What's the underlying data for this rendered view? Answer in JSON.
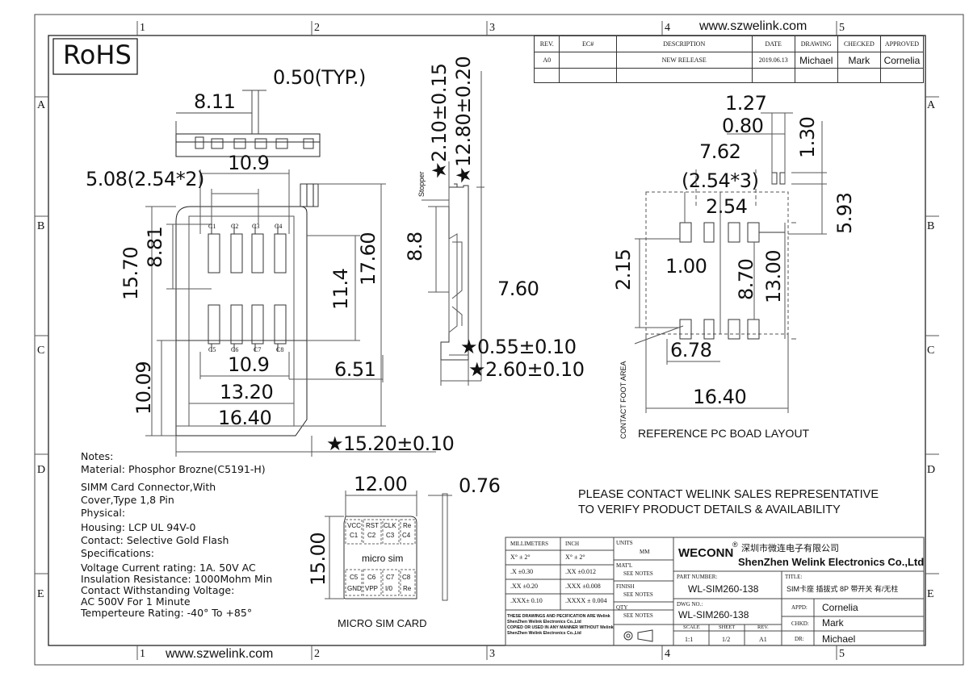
{
  "header": {
    "website": "www.szwelink.com",
    "rohs": "RoHS",
    "zones_top": [
      "1",
      "2",
      "3",
      "4",
      "5"
    ],
    "zones_left": [
      "A",
      "B",
      "C",
      "D",
      "E"
    ],
    "zones_right": [
      "A",
      "B",
      "C",
      "D",
      "E"
    ]
  },
  "revision_table": {
    "headers": [
      "REV.",
      "EC#",
      "DESCRIPTION",
      "DATE",
      "DRAWING",
      "CHECKED",
      "APPROVED"
    ],
    "row": [
      "A0",
      "",
      "NEW RELEASE",
      "2019.06.13",
      "Michael",
      "Mark",
      "Cornelia"
    ]
  },
  "top_view": {
    "dims": {
      "pitch_typ": "0.50(TYP.)",
      "d811": "8.11",
      "d109_top": "10.9",
      "d508": "5.08(2.54*2)",
      "d881": "8.81",
      "d1570": "15.70",
      "d114": "11.4",
      "d1760": "17.60",
      "d109_bot": "10.9",
      "d651": "6.51",
      "d1320": "13.20",
      "d1009": "10.09",
      "d1640": "16.40",
      "d1520": "★15.20±0.10"
    },
    "pins_top": [
      "C1",
      "C2",
      "C3",
      "C4"
    ],
    "pins_bottom": [
      "C5",
      "C6",
      "C7",
      "C8"
    ]
  },
  "side_view": {
    "dims": {
      "d210": "★2.10±0.15",
      "d1280": "★12.80±0.20",
      "stopper": "Stopper",
      "d88": "8.8",
      "d760": "7.60",
      "d055": "★0.55±0.10",
      "d260": "★2.60±0.10"
    }
  },
  "pcb_layout": {
    "dims": {
      "d127": "1.27",
      "d080": "0.80",
      "d762": "7.62",
      "d2543": "(2.54*3)",
      "d130": "1.30",
      "d254": "2.54",
      "d593": "5.93",
      "d215": "2.15",
      "d100": "1.00",
      "d870": "8.70",
      "d1300": "13.00",
      "d678": "6.78",
      "d1640": "16.40"
    },
    "foot_area": "CONTACT FOOT AREA",
    "caption": "REFERENCE PC BOAD LAYOUT"
  },
  "notes": {
    "title": "Notes:",
    "lines": [
      "Material: Phosphor Brozne(C5191-H)",
      "SIMM Card Connector,With",
      "Cover,Type 1,8 Pin",
      "Physical:",
      "Housing: LCP UL 94V-0",
      "Contact: Selective Gold Flash",
      "Specifications:",
      "Voltage Current rating: 1A. 50V AC",
      "Insulation Resistance: 1000Mohm Min",
      "Contact Withstanding Voltage:",
      "AC 500V For 1 Minute",
      "Temperteure Rating: -40° To +85°"
    ]
  },
  "micro_sim": {
    "d1200": "12.00",
    "d1500": "15.00",
    "d076": "0.76",
    "center": "micro sim",
    "caption": "MICRO SIM CARD",
    "cells_top": [
      [
        "VCC",
        "C1"
      ],
      [
        "RST",
        "C2"
      ],
      [
        "CLK",
        "C3"
      ],
      [
        "Re",
        "C4"
      ]
    ],
    "cells_bottom": [
      [
        "C5",
        "GND"
      ],
      [
        "C6",
        "VPP"
      ],
      [
        "C7",
        "I/0"
      ],
      [
        "C8",
        "Re"
      ]
    ]
  },
  "contact_notice": [
    "PLEASE CONTACT WELINK SALES REPRESENTATIVE",
    "TO VERIFY PRODUCT DETAILS & AVAILABILITY"
  ],
  "title_block": {
    "tol_mm_header": "MILLIMETERS",
    "tol_inch_header": "INCH",
    "tol_rows": [
      [
        "X° ± 2°",
        "X° ± 2°"
      ],
      [
        ".X ±0.30",
        ".XX ±0.012"
      ],
      [
        ".XX ±0.20",
        ".XXX ±0.008"
      ],
      [
        ".XXX± 0.10",
        ".XXXX ± 0.004"
      ]
    ],
    "units_label": "UNITS",
    "units_value": "MM",
    "matl_label": "MAT'L",
    "matl_value": "SEE NOTES",
    "finish_label": "FINISH",
    "finish_value": "SEE NOTES",
    "qty_label": "QTY",
    "qty_value": "SEE NOTES",
    "disclaimer": [
      "THESE DRAWINGS AND PECIFICATION ARE Welink",
      "ShenZhen Welink Electronics Co.,Ltd",
      "COPIED OR USED IN ANY MANNER WITHOUT Welink",
      "ShenZhen Welink Electronics Co.,Ltd"
    ],
    "brand": "WECONN",
    "reg": "®",
    "company_cn": "深圳市微连电子有限公司",
    "company_en": "ShenZhen Welink Electronics Co.,Ltd",
    "part_label": "PART NUMBER:",
    "part_value": "WL-SIM260-138",
    "title_label": "TITLE:",
    "title_value": "SIM卡座 插拔式 8P 带开关 有/无柱",
    "dwg_label": "DWG NO.:",
    "dwg_value": "WL-SIM260-138",
    "scale_label": "SCALE",
    "scale_value": "1:1",
    "sheet_label": "SHEET",
    "sheet_value": "1/2",
    "rev_label": "REV.",
    "rev_value": "A1",
    "appd_label": "APPD:",
    "appd_value": "Cornelia",
    "chkd_label": "CHKD:",
    "chkd_value": "Mark",
    "dr_label": "DR:",
    "dr_value": "Michael"
  }
}
